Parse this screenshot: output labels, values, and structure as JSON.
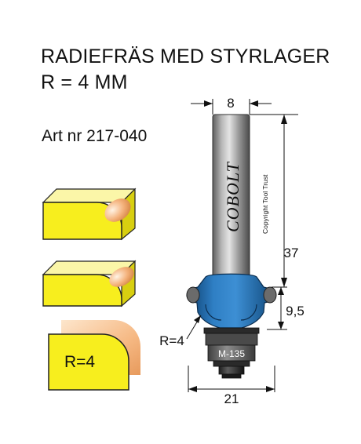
{
  "title": {
    "line1": "RADIEFRÄS MED STYRLAGER",
    "line2": "R = 4 MM"
  },
  "article": "Art nr 217-040",
  "cutter": {
    "brand": "COBOLT",
    "copyright": "Copyright Tool Trust",
    "collar_label": "M-135"
  },
  "dimensions": {
    "shank_diameter": "8",
    "shank_length": "37",
    "cutting_height": "9,5",
    "radius": "R=4",
    "overall_diameter": "21"
  },
  "profile_example": {
    "label": "R=4"
  },
  "colors": {
    "wood_yellow": "#F7EE1E",
    "profile_peach": "#F8C89A",
    "cutter_blue": "#1F6FB5",
    "shank_grey": "#8E8E8E"
  }
}
